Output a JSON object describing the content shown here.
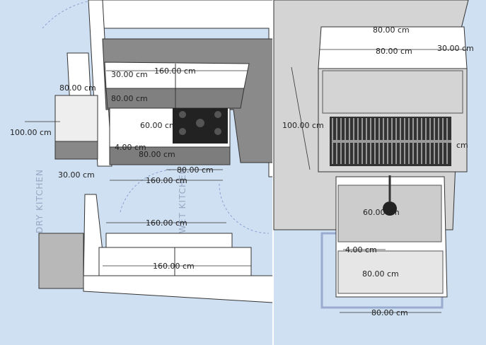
{
  "left_view": {
    "room_labels": [
      "DRY KITCHEN",
      "WET KITCHEN"
    ],
    "dimensions": {
      "upper_width": "160.00 cm",
      "upper_depth": "30.00 cm",
      "upper_height": "80.00 cm",
      "tall_height": "80.00 cm",
      "counter_depth": "60.00 cm",
      "side_width": "100.00 cm",
      "backsplash": "4.00 cm",
      "base_height": "80.00 cm",
      "tall_depth": "30.00 cm",
      "hob_width": "80.00 cm",
      "base_width": "160.00 cm",
      "island_top": "160.00 cm",
      "island_front": "160.00 cm"
    }
  },
  "right_view": {
    "dimensions": {
      "top_width": "80.00 cm",
      "cabinet_width": "80.00 cm",
      "cabinet_depth": "30.00 cm",
      "cabinet_height": "100.00 cm",
      "side_partial": "cm",
      "sink_depth": "60.00 cm",
      "backsplash": "4.00 cm",
      "base_height": "80.00 cm",
      "base_width": "80.00 cm"
    }
  },
  "colors": {
    "floor": "#cfe0f2",
    "wall": "#d4d4d4",
    "white_panel": "#ffffff",
    "dark_face": "#7f7f7f"
  }
}
